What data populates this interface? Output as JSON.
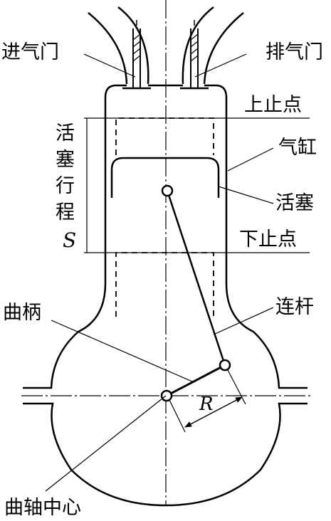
{
  "labels": {
    "intake_valve": "进气门",
    "exhaust_valve": "排气门",
    "top_dead_center": "上止点",
    "cylinder": "气缸",
    "stroke": [
      "活",
      "塞",
      "行",
      "程"
    ],
    "stroke_symbol": "S",
    "piston": "活塞",
    "bottom_dead_center": "下止点",
    "crank": "曲柄",
    "connecting_rod": "连杆",
    "crank_radius_symbol": "R",
    "crankshaft_center": "曲轴中心"
  },
  "colors": {
    "line": "#000000",
    "background": "#ffffff"
  }
}
